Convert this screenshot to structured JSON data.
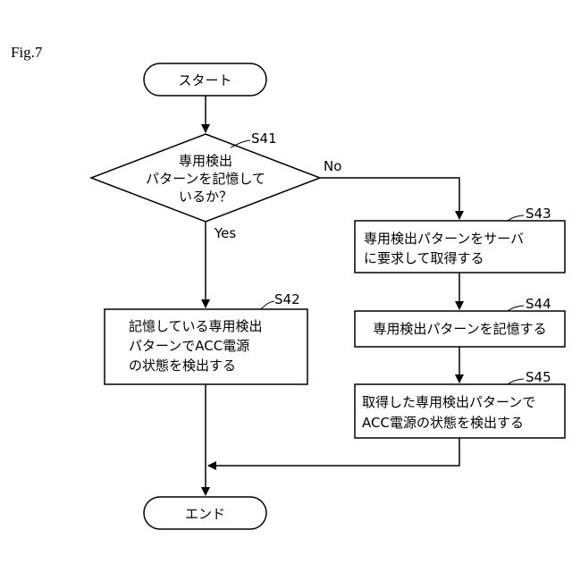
{
  "figure_label": "Fig.7",
  "nodes": {
    "start": {
      "label": "スタート"
    },
    "s41": {
      "step": "S41",
      "lines": [
        "専用検出",
        "パターンを記憶して",
        "いるか？"
      ],
      "yes": "Yes",
      "no": "No"
    },
    "s42": {
      "step": "S42",
      "lines": [
        "記憶している専用検出",
        "パターンでACC電源",
        "の状態を検出する"
      ]
    },
    "s43": {
      "step": "S43",
      "lines": [
        "専用検出パターンをサーバ",
        "に要求して取得する"
      ]
    },
    "s44": {
      "step": "S44",
      "lines": [
        "専用検出パターンを記憶する"
      ]
    },
    "s45": {
      "step": "S45",
      "lines": [
        "取得した専用検出パターンで",
        "ACC電源の状態を検出する"
      ]
    },
    "end": {
      "label": "エンド"
    }
  }
}
